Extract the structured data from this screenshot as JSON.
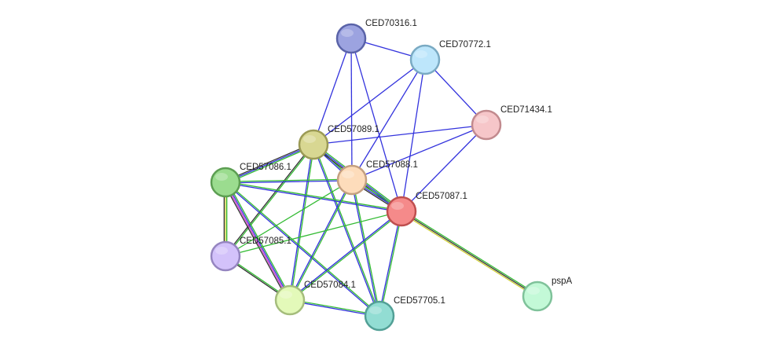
{
  "network": {
    "nodes": [
      {
        "id": "CED70316.1",
        "label": "CED70316.1",
        "fill": "#9ca3e0",
        "stroke": "#5a63a8"
      },
      {
        "id": "CED70772.1",
        "label": "CED70772.1",
        "fill": "#bde6fb",
        "stroke": "#7aaac3"
      },
      {
        "id": "CED71434.1",
        "label": "CED71434.1",
        "fill": "#f6c6c9",
        "stroke": "#c28a8e"
      },
      {
        "id": "CED57089.1",
        "label": "CED57089.1",
        "fill": "#d8d792",
        "stroke": "#9b9a55"
      },
      {
        "id": "CED57086.1",
        "label": "CED57086.1",
        "fill": "#9bdc8f",
        "stroke": "#5c9e52"
      },
      {
        "id": "CED57088.1",
        "label": "CED57088.1",
        "fill": "#fddcbb",
        "stroke": "#c4a080"
      },
      {
        "id": "CED57087.1",
        "label": "CED57087.1",
        "fill": "#f58a8a",
        "stroke": "#bf4f4f"
      },
      {
        "id": "CED57085.1",
        "label": "CED57085.1",
        "fill": "#d3c2fa",
        "stroke": "#9585c0"
      },
      {
        "id": "CED57084.1",
        "label": "CED57084.1",
        "fill": "#e3f9b9",
        "stroke": "#a5bd7c"
      },
      {
        "id": "CED57705.1",
        "label": "CED57705.1",
        "fill": "#92ddd3",
        "stroke": "#52a096"
      },
      {
        "id": "pspA",
        "label": "pspA",
        "fill": "#c3f9d7",
        "stroke": "#7fc29a"
      }
    ],
    "edges": [
      {
        "source": "CED70316.1",
        "target": "CED70772.1",
        "colors": [
          "#3333dd"
        ]
      },
      {
        "source": "CED70316.1",
        "target": "CED57089.1",
        "colors": [
          "#3333dd"
        ]
      },
      {
        "source": "CED70316.1",
        "target": "CED57088.1",
        "colors": [
          "#3333dd"
        ]
      },
      {
        "source": "CED70316.1",
        "target": "CED57087.1",
        "colors": [
          "#3333dd"
        ]
      },
      {
        "source": "CED70772.1",
        "target": "CED71434.1",
        "colors": [
          "#3333dd"
        ]
      },
      {
        "source": "CED70772.1",
        "target": "CED57089.1",
        "colors": [
          "#3333dd"
        ]
      },
      {
        "source": "CED70772.1",
        "target": "CED57088.1",
        "colors": [
          "#3333dd"
        ]
      },
      {
        "source": "CED70772.1",
        "target": "CED57087.1",
        "colors": [
          "#3333dd"
        ]
      },
      {
        "source": "CED71434.1",
        "target": "CED57089.1",
        "colors": [
          "#3333dd"
        ]
      },
      {
        "source": "CED71434.1",
        "target": "CED57088.1",
        "colors": [
          "#3333dd"
        ]
      },
      {
        "source": "CED71434.1",
        "target": "CED57087.1",
        "colors": [
          "#3333dd"
        ]
      },
      {
        "source": "CED57089.1",
        "target": "CED57086.1",
        "colors": [
          "#33bb33",
          "#3333dd",
          "#333333"
        ]
      },
      {
        "source": "CED57089.1",
        "target": "CED57088.1",
        "colors": [
          "#33bb33",
          "#3333dd"
        ]
      },
      {
        "source": "CED57089.1",
        "target": "CED57087.1",
        "colors": [
          "#33bb33",
          "#3333dd",
          "#333333"
        ]
      },
      {
        "source": "CED57089.1",
        "target": "CED57085.1",
        "colors": [
          "#33bb33",
          "#333333"
        ]
      },
      {
        "source": "CED57089.1",
        "target": "CED57084.1",
        "colors": [
          "#33bb33",
          "#3333dd"
        ]
      },
      {
        "source": "CED57089.1",
        "target": "CED57705.1",
        "colors": [
          "#33bb33",
          "#3333dd"
        ]
      },
      {
        "source": "CED57086.1",
        "target": "CED57088.1",
        "colors": [
          "#33bb33",
          "#3333dd"
        ]
      },
      {
        "source": "CED57086.1",
        "target": "CED57087.1",
        "colors": [
          "#33bb33",
          "#3333dd"
        ]
      },
      {
        "source": "CED57086.1",
        "target": "CED57085.1",
        "colors": [
          "#33bb33",
          "#cccc33",
          "#333333"
        ]
      },
      {
        "source": "CED57086.1",
        "target": "CED57084.1",
        "colors": [
          "#33bb33",
          "#3333dd",
          "#cc33cc",
          "#333333"
        ]
      },
      {
        "source": "CED57086.1",
        "target": "CED57705.1",
        "colors": [
          "#33bb33",
          "#3333dd"
        ]
      },
      {
        "source": "CED57088.1",
        "target": "CED57087.1",
        "colors": [
          "#33bb33",
          "#3333dd",
          "#333333"
        ]
      },
      {
        "source": "CED57088.1",
        "target": "CED57085.1",
        "colors": [
          "#33bb33"
        ]
      },
      {
        "source": "CED57088.1",
        "target": "CED57084.1",
        "colors": [
          "#33bb33",
          "#3333dd"
        ]
      },
      {
        "source": "CED57088.1",
        "target": "CED57705.1",
        "colors": [
          "#33bb33",
          "#3333dd"
        ]
      },
      {
        "source": "CED57087.1",
        "target": "CED57085.1",
        "colors": [
          "#33bb33"
        ]
      },
      {
        "source": "CED57087.1",
        "target": "CED57084.1",
        "colors": [
          "#33bb33",
          "#3333dd"
        ]
      },
      {
        "source": "CED57087.1",
        "target": "CED57705.1",
        "colors": [
          "#33bb33",
          "#3333dd"
        ]
      },
      {
        "source": "CED57087.1",
        "target": "pspA",
        "colors": [
          "#33bb33",
          "#333333",
          "#cccc33"
        ]
      },
      {
        "source": "CED57085.1",
        "target": "CED57084.1",
        "colors": [
          "#33bb33",
          "#333333"
        ]
      },
      {
        "source": "CED57084.1",
        "target": "CED57705.1",
        "colors": [
          "#33bb33",
          "#3333dd"
        ]
      }
    ]
  }
}
